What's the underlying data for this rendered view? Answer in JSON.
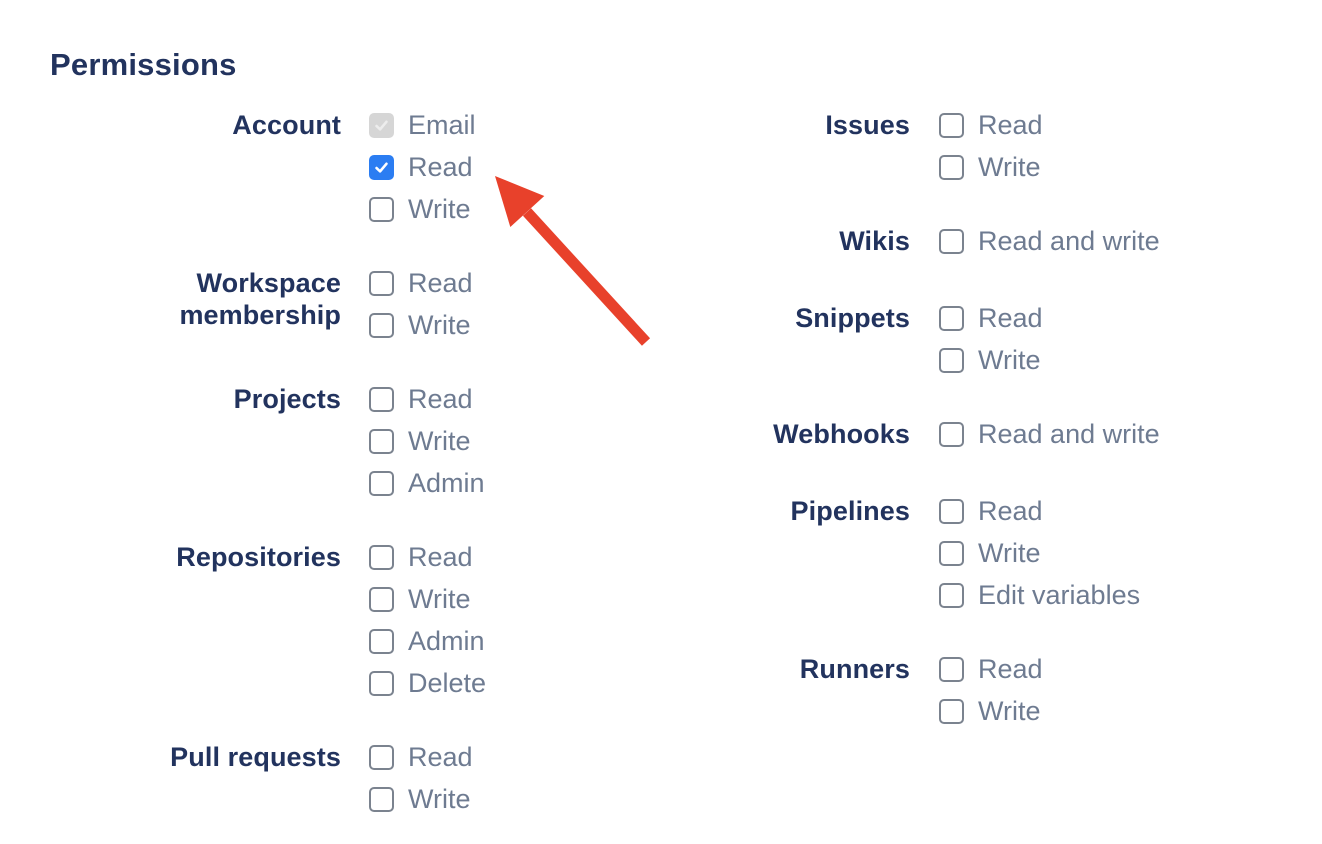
{
  "page_title": "Permissions",
  "colors": {
    "heading_navy": "#22335e",
    "option_label_gray": "#6e7b91",
    "checkbox_border_gray": "#7b838f",
    "checked_blue": "#2b7df2",
    "disabled_gray": "#d6d6d6",
    "arrow_red": "#e8412b"
  },
  "permissions": {
    "heading": "Permissions",
    "left_column": [
      {
        "group": "Account",
        "options": [
          {
            "label": "Email",
            "checked": true,
            "disabled": true
          },
          {
            "label": "Read",
            "checked": true,
            "disabled": false
          },
          {
            "label": "Write",
            "checked": false,
            "disabled": false
          }
        ]
      },
      {
        "group": "Workspace membership",
        "options": [
          {
            "label": "Read",
            "checked": false,
            "disabled": false
          },
          {
            "label": "Write",
            "checked": false,
            "disabled": false
          }
        ]
      },
      {
        "group": "Projects",
        "options": [
          {
            "label": "Read",
            "checked": false,
            "disabled": false
          },
          {
            "label": "Write",
            "checked": false,
            "disabled": false
          },
          {
            "label": "Admin",
            "checked": false,
            "disabled": false
          }
        ]
      },
      {
        "group": "Repositories",
        "options": [
          {
            "label": "Read",
            "checked": false,
            "disabled": false
          },
          {
            "label": "Write",
            "checked": false,
            "disabled": false
          },
          {
            "label": "Admin",
            "checked": false,
            "disabled": false
          },
          {
            "label": "Delete",
            "checked": false,
            "disabled": false
          }
        ]
      },
      {
        "group": "Pull requests",
        "options": [
          {
            "label": "Read",
            "checked": false,
            "disabled": false
          },
          {
            "label": "Write",
            "checked": false,
            "disabled": false
          }
        ]
      }
    ],
    "right_column": [
      {
        "group": "Issues",
        "options": [
          {
            "label": "Read",
            "checked": false,
            "disabled": false
          },
          {
            "label": "Write",
            "checked": false,
            "disabled": false
          }
        ]
      },
      {
        "group": "Wikis",
        "options": [
          {
            "label": "Read and write",
            "checked": false,
            "disabled": false
          }
        ]
      },
      {
        "group": "Snippets",
        "options": [
          {
            "label": "Read",
            "checked": false,
            "disabled": false
          },
          {
            "label": "Write",
            "checked": false,
            "disabled": false
          }
        ]
      },
      {
        "group": "Webhooks",
        "options": [
          {
            "label": "Read and write",
            "checked": false,
            "disabled": false
          }
        ]
      },
      {
        "group": "Pipelines",
        "options": [
          {
            "label": "Read",
            "checked": false,
            "disabled": false
          },
          {
            "label": "Write",
            "checked": false,
            "disabled": false
          },
          {
            "label": "Edit variables",
            "checked": false,
            "disabled": false
          }
        ]
      },
      {
        "group": "Runners",
        "options": [
          {
            "label": "Read",
            "checked": false,
            "disabled": false
          },
          {
            "label": "Write",
            "checked": false,
            "disabled": false
          }
        ]
      }
    ]
  },
  "annotation_arrow": {
    "color": "#e8412b",
    "points_at": "account-read-checkbox"
  }
}
